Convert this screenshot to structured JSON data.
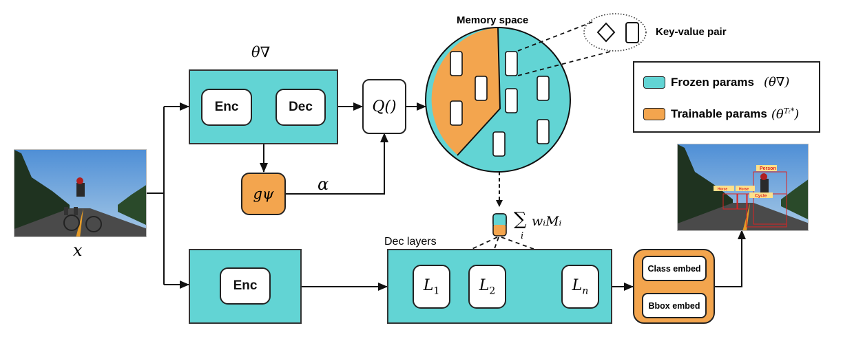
{
  "diagram": {
    "input": {
      "symbol": "x"
    },
    "top_branch": {
      "param_label": "θ∇",
      "encoder_label": "Enc",
      "decoder_label": "Dec",
      "query_label": "Q()",
      "gate_label": "gψ",
      "gate_output_label": "α"
    },
    "memory": {
      "title": "Memory space",
      "zoom_label": "Key-value pair",
      "sum_label": "∑ wᵢMᵢ",
      "sum_symbol": "∑",
      "sum_index": "i",
      "sum_term": "wᵢMᵢ"
    },
    "legend": {
      "items": [
        {
          "label": "Frozen params",
          "math": "(θ∇)",
          "color": "#62d4d4"
        },
        {
          "label": "Trainable params",
          "math": "(θ",
          "sup": "Tₜ*",
          "close": ")",
          "color": "#f3a54e"
        }
      ]
    },
    "bottom_branch": {
      "encoder_label": "Enc",
      "dec_layers_label": "Dec layers",
      "layers": [
        "L",
        "L",
        "L"
      ],
      "layer_subs": [
        "1",
        "2",
        "n"
      ],
      "class_embed_label": "Class embed",
      "bbox_embed_label": "Bbox embed"
    },
    "output_detections": [
      {
        "label": "Person"
      },
      {
        "label": "Horse"
      },
      {
        "label": "Horse"
      },
      {
        "label": "Cycle"
      }
    ],
    "colors": {
      "frozen": "#62d4d4",
      "trainable": "#f3a54e",
      "line": "#111111"
    }
  }
}
